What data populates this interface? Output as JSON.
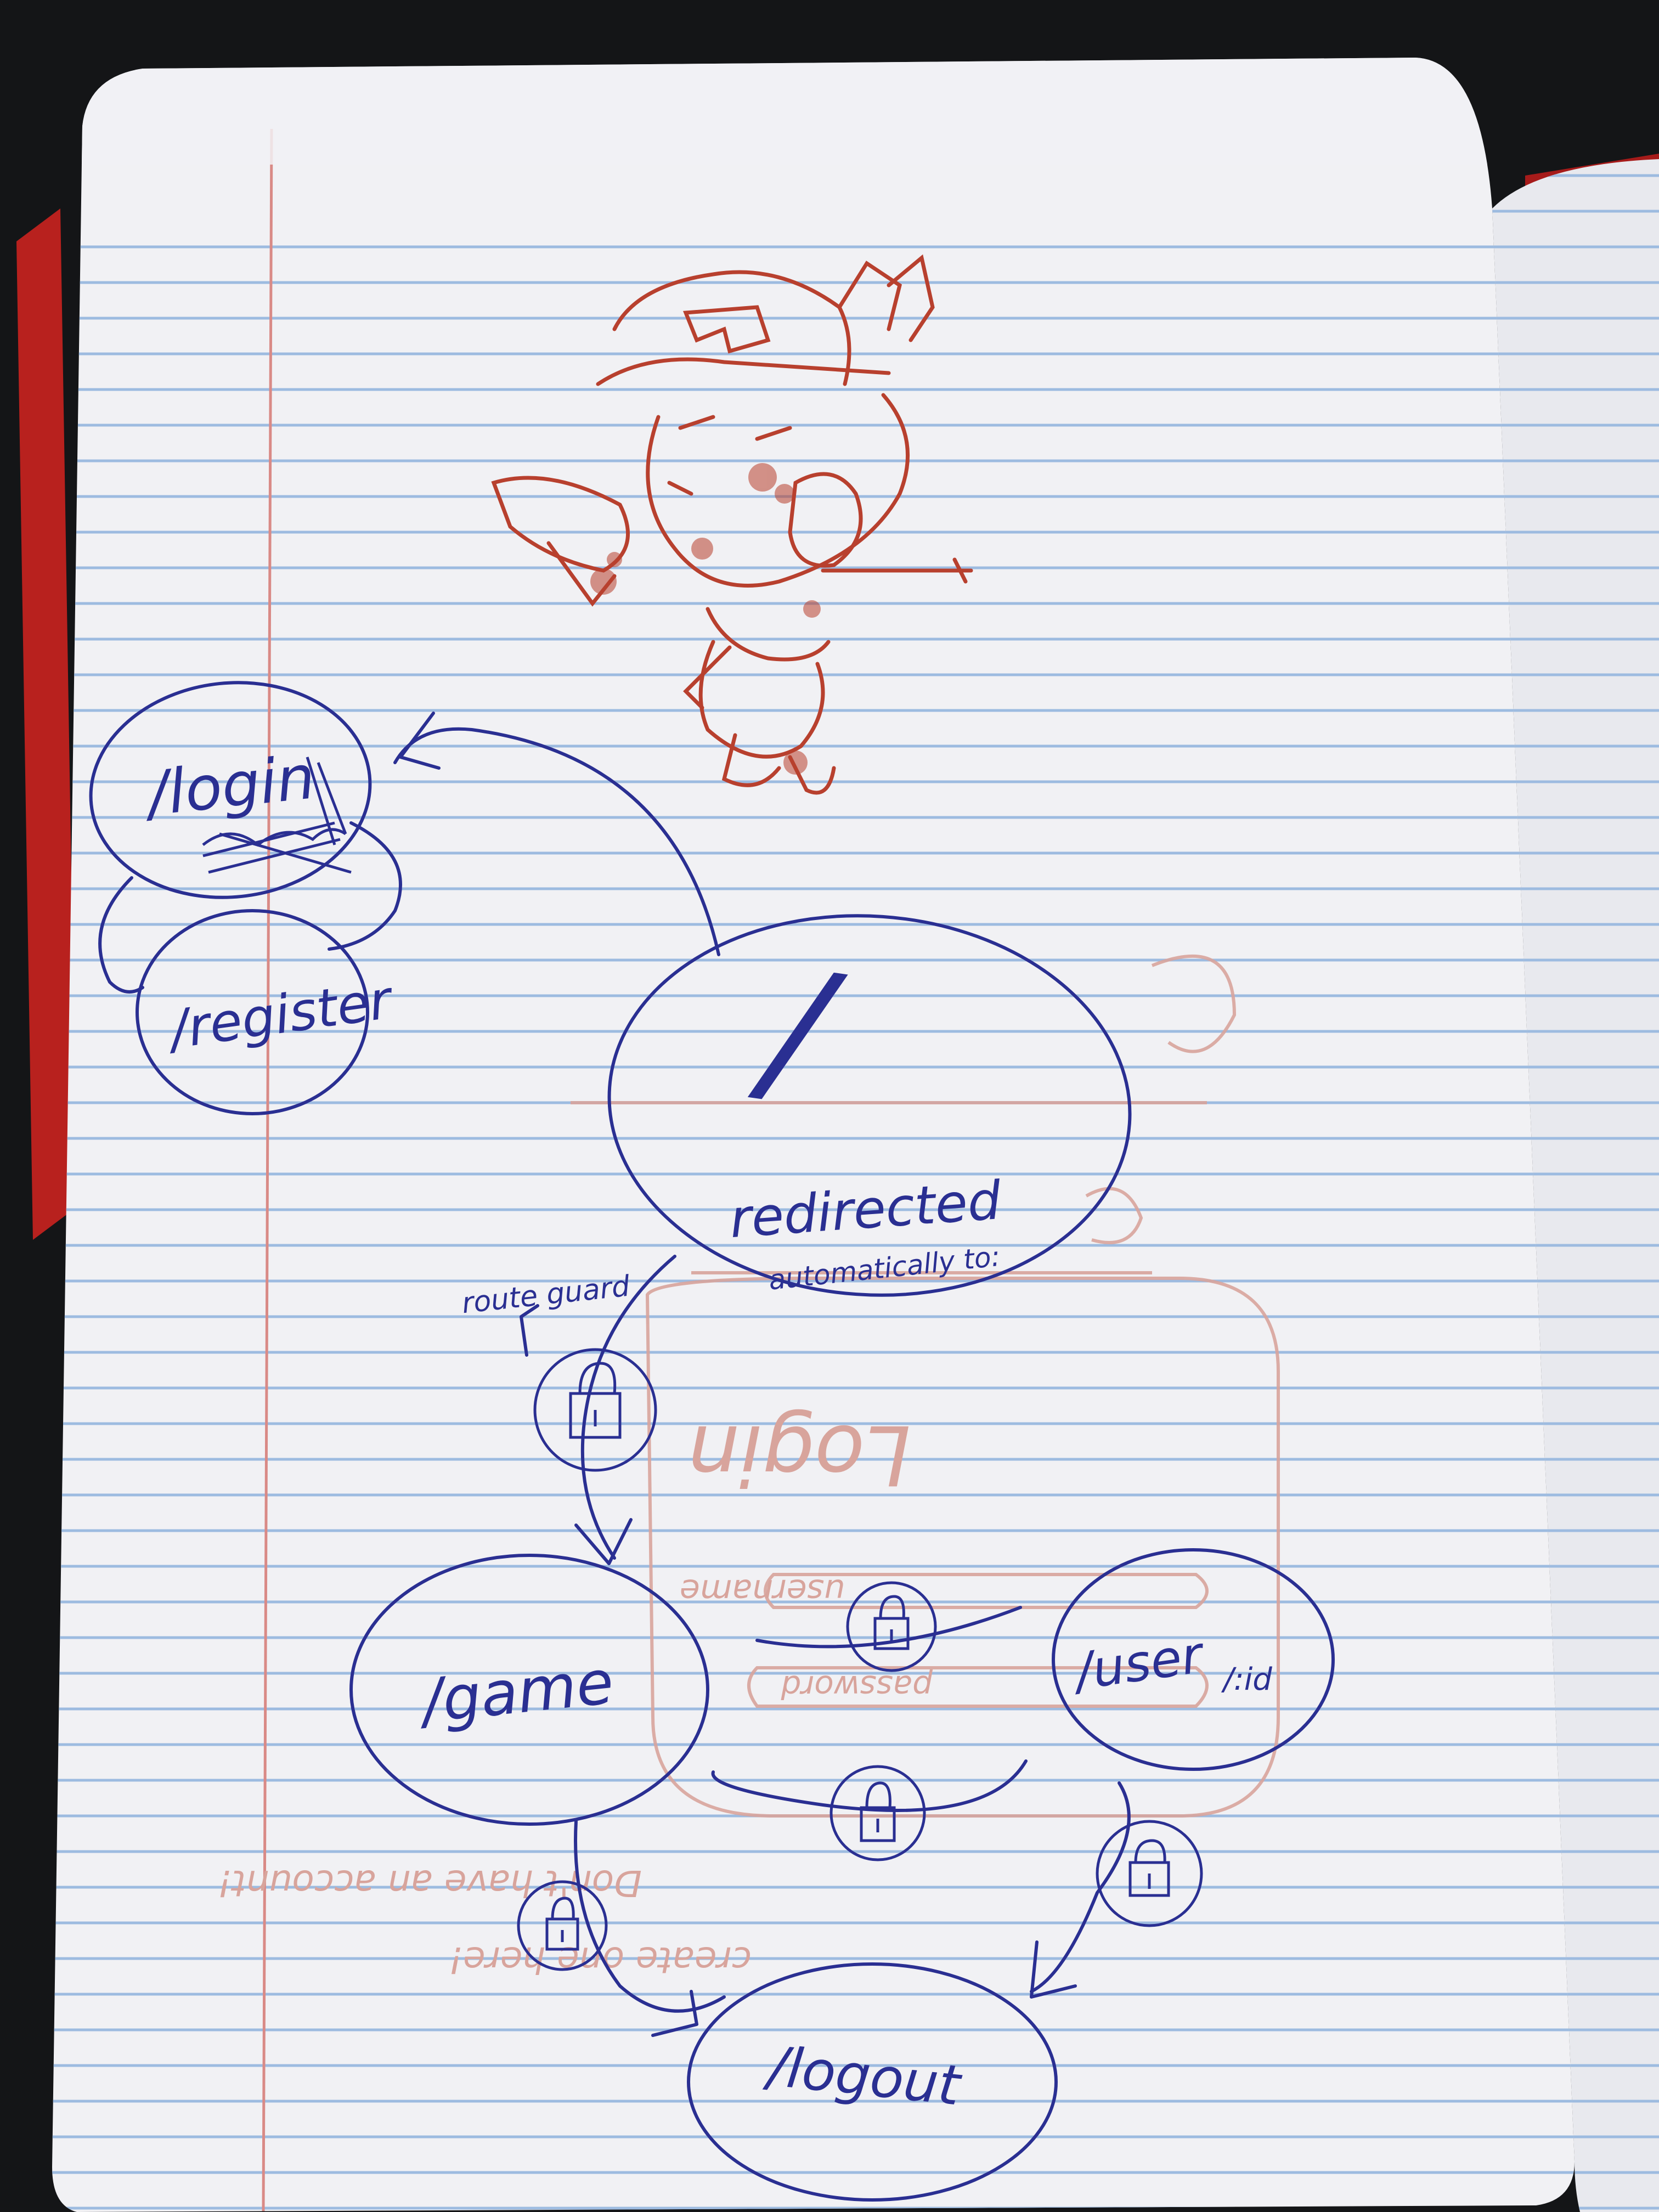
{
  "colors": {
    "background": "#141517",
    "paper": "#f1f1f4",
    "rule_line": "#9dbbe0",
    "margin_line": "#d98a86",
    "blue_ink": "#2a2f92",
    "red_ink": "#b8402e",
    "faded_red_ink": "#d8a49c",
    "notebook_cover": "#b8211e"
  },
  "diagram": {
    "nodes": {
      "root": {
        "label": "/",
        "caption": "redirected",
        "subcaption": "automatically to:"
      },
      "login": {
        "label": "/login"
      },
      "register": {
        "label": "/register"
      },
      "game": {
        "label": "/game"
      },
      "user": {
        "label": "/user",
        "suffix": "/:id"
      },
      "logout": {
        "label": "/logout"
      }
    },
    "annotations": {
      "route_guard": "route guard"
    },
    "icons": [
      "lock-icon",
      "lock-icon",
      "lock-icon",
      "lock-icon",
      "lock-icon",
      "lock-icon"
    ]
  },
  "background_sketch": {
    "faded_words": [
      "Login",
      "username",
      "password",
      "Don't have an account!",
      "create one here!"
    ]
  }
}
